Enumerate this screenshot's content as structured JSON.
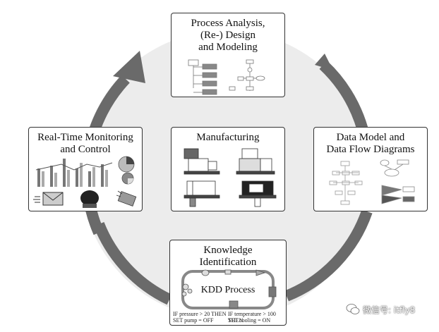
{
  "boxes": {
    "process_analysis": {
      "title": [
        "Process Analysis,",
        "(Re-) Design",
        "and Modeling"
      ]
    },
    "real_time": {
      "title": [
        "Real-Time Monitoring",
        "and Control"
      ]
    },
    "manufacturing": {
      "title": "Manufacturing"
    },
    "data_model": {
      "title": [
        "Data Model and",
        "Data Flow Diagrams"
      ]
    },
    "knowledge": {
      "title": [
        "Knowledge",
        "Identification"
      ],
      "kdd_label": "KDD Process",
      "rule_left": [
        "IF pressure > 20 THEN",
        "SET pump = OFF"
      ],
      "rule_right": [
        "IF temperature > 100 THEN",
        "SET cooling = ON"
      ]
    }
  },
  "watermark": {
    "text": "微信号: itfly8",
    "icon": "wechat-icon"
  },
  "colors": {
    "ring": "#6a6a6a",
    "ring_bg": "#ececec",
    "border": "#333333"
  }
}
